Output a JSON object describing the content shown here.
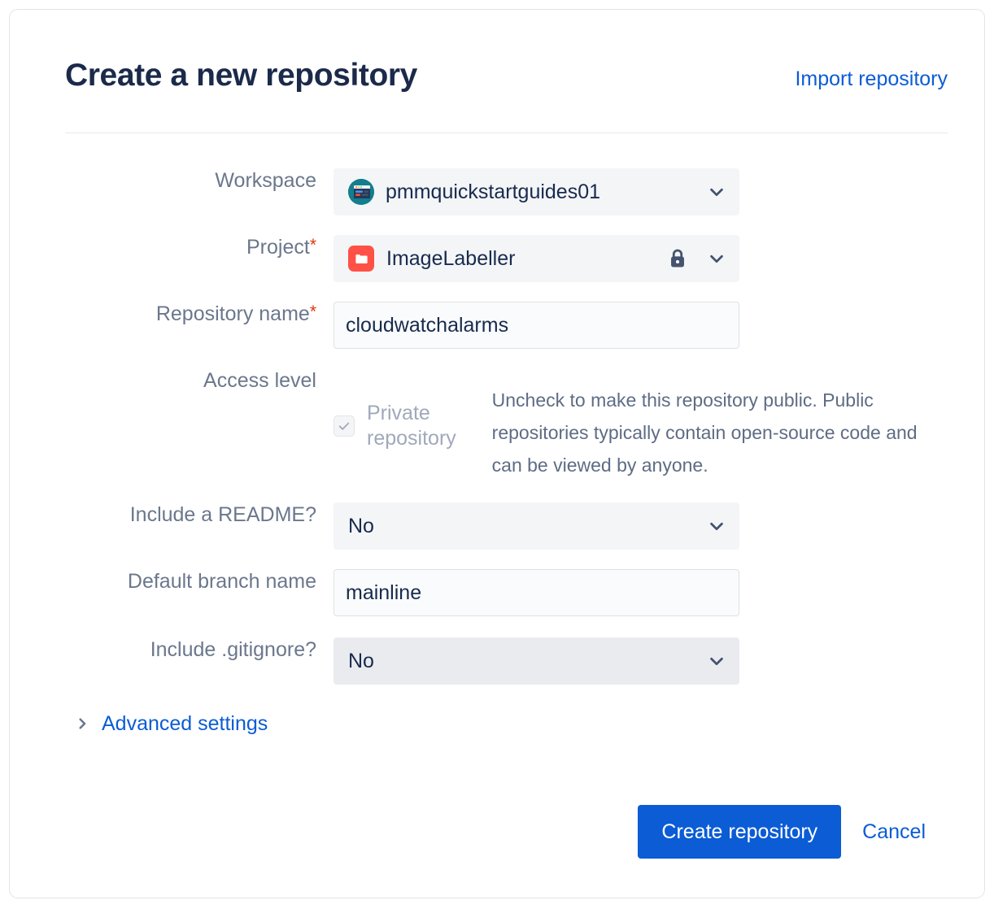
{
  "card": {
    "header": {
      "title": "Create a new repository",
      "import_link": "Import repository"
    },
    "form": {
      "workspace": {
        "label": "Workspace",
        "value": "pmmquickstartguides01",
        "avatar_icon": "workspace-avatar-icon",
        "chevron_icon": "chevron-down-icon"
      },
      "project": {
        "label": "Project",
        "required_marker": "*",
        "value": "ImageLabeller",
        "avatar_icon": "project-folder-icon",
        "lock_icon": "lock-icon",
        "chevron_icon": "chevron-down-icon"
      },
      "repository_name": {
        "label": "Repository name",
        "required_marker": "*",
        "value": "cloudwatchalarms",
        "placeholder": ""
      },
      "access_level": {
        "label": "Access level",
        "checkbox_label": "Private repository",
        "checked": true,
        "check_icon": "check-icon",
        "help_text": "Uncheck to make this repository public. Public repositories typically contain open-source code and can be viewed by anyone."
      },
      "readme": {
        "label": "Include a README?",
        "value": "No",
        "chevron_icon": "chevron-down-icon"
      },
      "default_branch": {
        "label": "Default branch name",
        "value": "mainline",
        "placeholder": ""
      },
      "gitignore": {
        "label": "Include .gitignore?",
        "value": "No",
        "chevron_icon": "chevron-down-icon"
      },
      "advanced_settings": {
        "label": "Advanced settings",
        "chevron_icon": "chevron-right-icon"
      }
    },
    "footer": {
      "primary_label": "Create repository",
      "cancel_label": "Cancel"
    }
  },
  "colors": {
    "accent_blue": "#0B5CD5",
    "title_navy": "#1B2A4A",
    "label_grey": "#6B778C",
    "required_red": "#DE350B",
    "field_grey": "#F4F5F7",
    "project_icon_red": "#FF5146",
    "workspace_icon_teal": "#127E8E"
  }
}
